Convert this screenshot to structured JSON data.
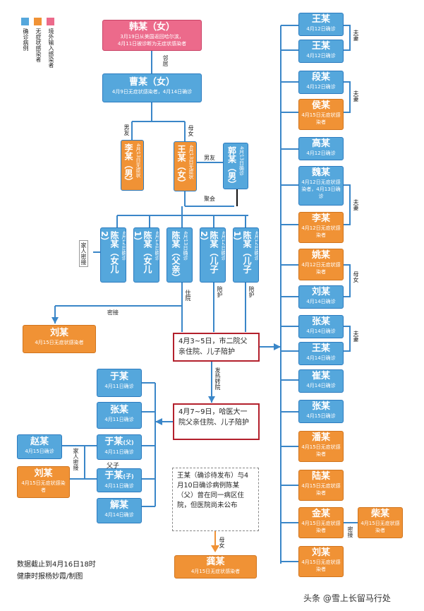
{
  "legend": {
    "confirmed": "确诊病例",
    "asymptomatic": "无症状感染者",
    "imported": "境外输入感染者",
    "colors": {
      "blue": "#55a7dc",
      "orange": "#f09235",
      "pink": "#ec6a8b"
    }
  },
  "nodes": {
    "han": {
      "name": "韩某（女）",
      "sub1": "3月19日从美国返回哈尔滨，",
      "sub2": "4月11日被诊断为无症状感染者"
    },
    "cao": {
      "name": "曹某（女）",
      "sub": "4月9日无症状感染者，4月14日确诊"
    },
    "li1": {
      "name": "李某（男）",
      "sub": "4月13日无症状"
    },
    "wang_f": {
      "name": "王某（女）",
      "sub": "4月13日无症状"
    },
    "guo": {
      "name": "郭某（男）",
      "sub": "4月13日确诊"
    },
    "chen_n2": {
      "name": "陈某（女儿2）",
      "sub": "4月12日确诊"
    },
    "chen_n1": {
      "name": "陈某（女儿1）",
      "sub": "4月13日确诊"
    },
    "chen_f": {
      "name": "陈某（父亲）",
      "sub": "4月13日确诊"
    },
    "chen_s2": {
      "name": "陈某（儿子2）",
      "sub": "4月12日确诊"
    },
    "chen_s1": {
      "name": "陈某（儿子1）",
      "sub": "4月12日确诊"
    },
    "liu1": {
      "name": "刘某",
      "sub": "4月15日无症状感染者"
    },
    "yu1": {
      "name": "于某",
      "sub": "4月11日确诊"
    },
    "zhang1": {
      "name": "张某",
      "sub": "4月11日确诊"
    },
    "zhao": {
      "name": "赵某",
      "sub": "4月15日确诊"
    },
    "yu_fu": {
      "name": "于某",
      "tag": "(父)",
      "sub": "4月11日确诊"
    },
    "liu2": {
      "name": "刘某",
      "sub": "4月15日无症状感染者"
    },
    "yu_zi": {
      "name": "于某",
      "tag": "(子)",
      "sub": "4月11日确诊"
    },
    "xie": {
      "name": "解某",
      "sub": "4月14日确诊"
    },
    "gong": {
      "name": "龚某",
      "sub": "4月15日无症状感染者"
    },
    "r_wang1": {
      "name": "王某",
      "sub": "4月12日确诊"
    },
    "r_wang2": {
      "name": "王某",
      "sub": "4月12日确诊"
    },
    "r_duan": {
      "name": "段某",
      "sub": "4月12日确诊"
    },
    "r_hou": {
      "name": "侯某",
      "sub": "4月15日无症状感染者"
    },
    "r_gao": {
      "name": "高某",
      "sub": "4月12日确诊"
    },
    "r_wei": {
      "name": "魏某",
      "sub": "4月12日无症状感染者，4月13日确诊"
    },
    "r_li": {
      "name": "李某",
      "sub": "4月12日无症状感染者"
    },
    "r_yao": {
      "name": "姚某",
      "sub": "4月12日无症状感染者"
    },
    "r_liu": {
      "name": "刘某",
      "sub": "4月14日确诊"
    },
    "r_zhang1": {
      "name": "张某",
      "sub": "4月14日确诊"
    },
    "r_wang3": {
      "name": "王某",
      "sub": "4月14日确诊"
    },
    "r_cui": {
      "name": "崔某",
      "sub": "4月14日确诊"
    },
    "r_zhang2": {
      "name": "张某",
      "sub": "4月15日确诊"
    },
    "r_pan": {
      "name": "潘某",
      "sub": "4月15日无症状感染者"
    },
    "r_lu": {
      "name": "陆某",
      "sub": "4月15日无症状感染者"
    },
    "r_jin": {
      "name": "金某",
      "sub": "4月15日无症状感染者"
    },
    "r_chai": {
      "name": "柴某",
      "sub": "4月15日无症状感染者"
    },
    "r_liu2": {
      "name": "刘某",
      "sub": "4月15日无症状感染者"
    }
  },
  "events": {
    "e1": "4月3~5日，市二院父亲住院、儿子陪护",
    "e2": "4月7~9日，哈医大一院父亲住院、儿子陪护",
    "note": "王某（确诊待发布）与4月10日确诊病例陈某（父）曾在同一病区住院，但医院尚未公布"
  },
  "labels": {
    "neighbor": "邻居",
    "boyfriend1": "男友",
    "mother_daughter": "母女",
    "boyfriend2": "男友",
    "party": "聚会",
    "family_close": "家人密接",
    "hospitalized": "住院",
    "accompany1": "陪护",
    "accompany2": "陪护",
    "close_contact": "密接",
    "fever_transfer": "发热转院",
    "family_close2": "家人密接",
    "father_son": "父子",
    "mother_daughter2": "母女",
    "couple1": "夫妻",
    "couple2": "夫妻",
    "couple3": "夫妻",
    "mother_daughter3": "母女",
    "couple4": "夫妻",
    "close_contact2": "密接"
  },
  "footer": {
    "line1": "数据截止到4月16日18时",
    "line2": "健康时报杨妙霞/制图"
  },
  "watermark": "头条 @雪上长留马行处"
}
